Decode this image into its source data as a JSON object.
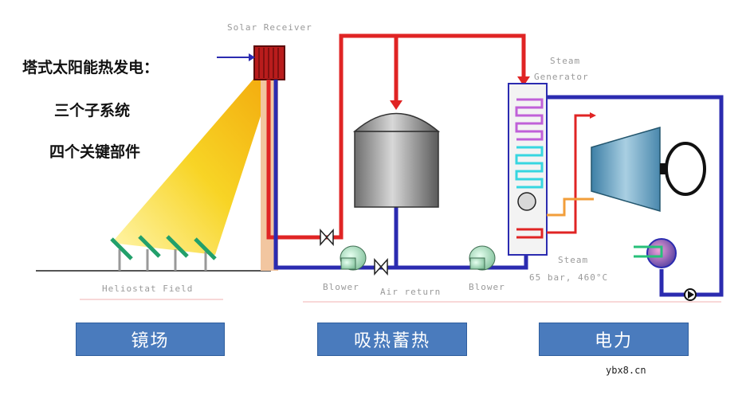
{
  "headings": {
    "line1": "塔式太阳能热发电：",
    "line2": "三个子系统",
    "line3": "四个关键部件"
  },
  "labels": {
    "solar_receiver": "Solar Receiver",
    "steam_generator_1": "Steam",
    "steam_generator_2": "Generator",
    "heliostat_field": "Heliostat Field",
    "blower_left": "Blower",
    "air_return": "Air return",
    "blower_right": "Blower",
    "steam_1": "Steam",
    "steam_2": "65 bar, 460°C"
  },
  "sections": {
    "mirror_field": "镜场",
    "heat_storage": "吸热蓄热",
    "power": "电力"
  },
  "watermark": "ybx8.cn",
  "colors": {
    "hot_pipe": "#e02424",
    "cold_pipe": "#2b2bb0",
    "sunbeam": "#f7d21a",
    "section_box": "#4a7bbd"
  }
}
